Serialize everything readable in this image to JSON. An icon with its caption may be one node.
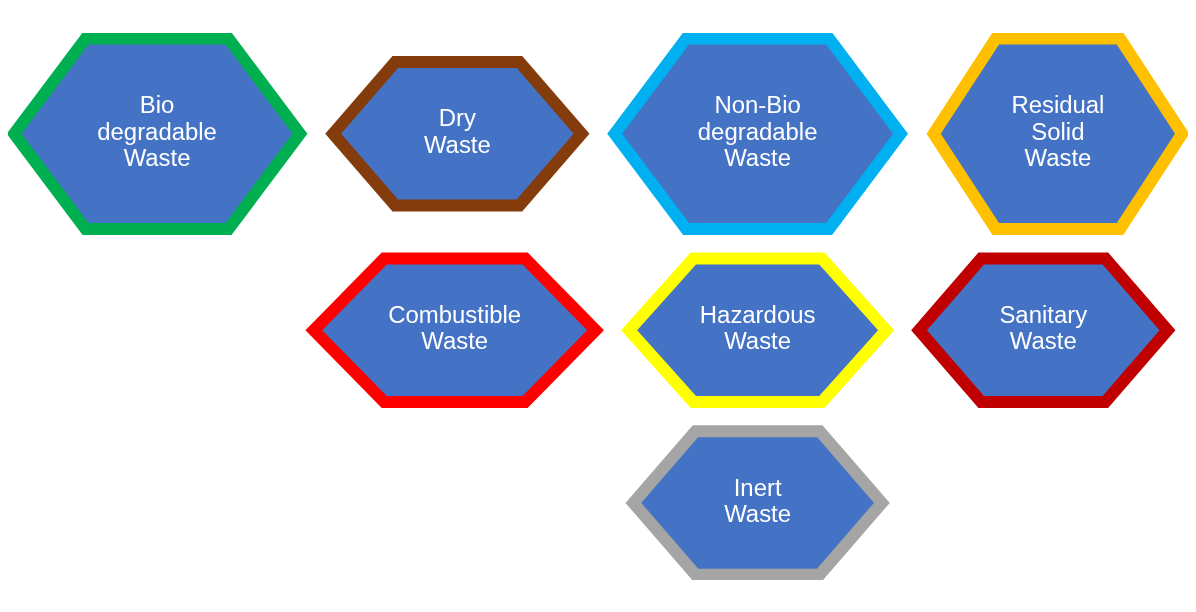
{
  "diagram": {
    "nodes": [
      {
        "text": [
          "Bio degradable Waste"
        ]
      },
      {
        "text": [
          "Dry Waste"
        ]
      },
      {
        "text": [
          "Non-Bio degradable Waste"
        ]
      },
      {
        "text": [
          "Residual Solid Waste"
        ]
      },
      {
        "text": [
          "Combustible Waste"
        ]
      },
      {
        "text": [
          "Hazardous Waste"
        ]
      },
      {
        "text": [
          "Sanitary Waste"
        ]
      },
      {
        "text": [
          "Inert Waste"
        ]
      }
    ],
    "edges": []
  }
}
